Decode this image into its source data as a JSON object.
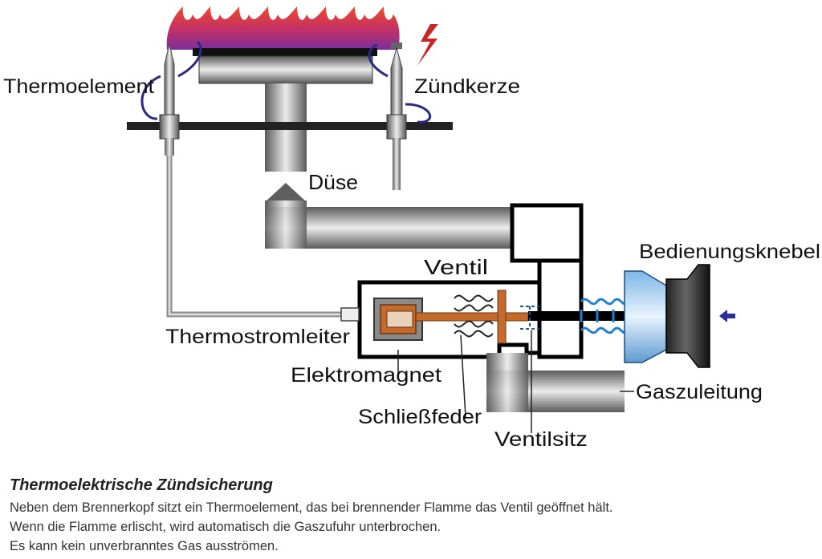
{
  "labels": {
    "thermoelement": "Thermoelement",
    "zuendkerze": "Zündkerze",
    "duese": "Düse",
    "ventil": "Ventil",
    "bedienungsknebel": "Bedienungsknebel",
    "thermostromleiter": "Thermostromleiter",
    "elektromagnet": "Elektromagnet",
    "gaszuleitung": "Gaszuleitung",
    "schliessfeder": "Schließfeder",
    "ventilsitz": "Ventilsitz"
  },
  "caption": {
    "title": "Thermoelektrische Zündsicherung",
    "lines": [
      "Neben dem Brennerkopf sitzt ein Thermoelement, das bei brennender Flamme das Ventil geöffnet hält.",
      "Wenn die Flamme erlischt, wird automatisch die Gaszufuhr unterbrochen.",
      "Es kann kein unverbranntes Gas ausströmen."
    ]
  },
  "colors": {
    "flame_outer": "#e8452a",
    "flame_inner": "#7a2f9c",
    "metal_dark": "#555555",
    "metal_light": "#e6e6e6",
    "copper": "#c46a2c",
    "spring_blue": "#1f7fd0",
    "arrow_blue": "#2c2c9c",
    "spark_red": "#c62828"
  }
}
